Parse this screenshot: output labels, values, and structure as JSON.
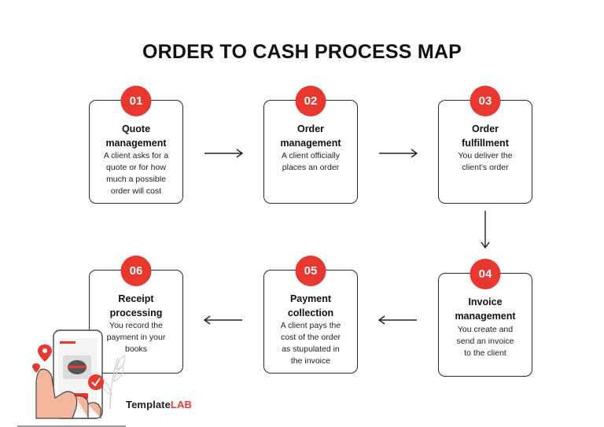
{
  "title": "ORDER TO CASH PROCESS MAP",
  "steps": [
    {
      "num": "01",
      "title_line1": "Quote",
      "title_line2": "management",
      "desc": [
        "A client asks for a",
        "quote or for how",
        "much a possible",
        "order will cost"
      ]
    },
    {
      "num": "02",
      "title_line1": "Order",
      "title_line2": "management",
      "desc": [
        "A client officially",
        "places an order"
      ]
    },
    {
      "num": "03",
      "title_line1": "Order",
      "title_line2": "fulfillment",
      "desc": [
        "You deliver the",
        "client's order"
      ]
    },
    {
      "num": "04",
      "title_line1": "Invoice",
      "title_line2": "management",
      "desc": [
        "You create and",
        "send an invoice",
        "to the client"
      ]
    },
    {
      "num": "05",
      "title_line1": "Payment",
      "title_line2": "collection",
      "desc": [
        "A client pays the",
        "cost of the order",
        "as stupulated in",
        "the invoice"
      ]
    },
    {
      "num": "06",
      "title_line1": "Receipt",
      "title_line2": "processing",
      "desc": [
        "You record the",
        "payment in your",
        "books"
      ]
    }
  ],
  "branding": {
    "logo_text_1": "Template",
    "logo_text_2": "LAB"
  },
  "colors": {
    "accent": "#e8372f",
    "border": "#2a2a2a"
  }
}
